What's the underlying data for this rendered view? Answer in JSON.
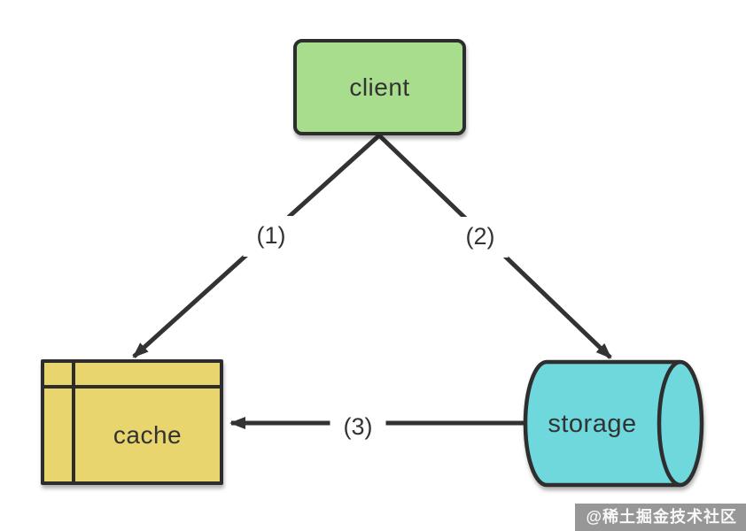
{
  "diagram": {
    "nodes": [
      {
        "id": "client",
        "label": "client",
        "shape": "rounded-rectangle",
        "fill": "#a7dd8c"
      },
      {
        "id": "cache",
        "label": "cache",
        "shape": "table-rectangle",
        "fill": "#e8d56e"
      },
      {
        "id": "storage",
        "label": "storage",
        "shape": "horizontal-cylinder",
        "fill": "#6ed8dc"
      }
    ],
    "edges": [
      {
        "label": "(1)",
        "from": "client",
        "to": "cache",
        "direction": "client-to-cache"
      },
      {
        "label": "(2)",
        "from": "client",
        "to": "storage",
        "direction": "client-to-storage"
      },
      {
        "label": "(3)",
        "from": "storage",
        "to": "cache",
        "direction": "storage-to-cache"
      }
    ]
  },
  "watermark": {
    "text": "@稀土掘金技术社区"
  },
  "colors": {
    "background": "#ffffff",
    "node_border": "#2d2d2d",
    "edge_line": "#333333",
    "text": "#333333",
    "edge_label_background": "#ffffff",
    "client_fill": "#a7dd8c",
    "cache_fill": "#e8d56e",
    "storage_fill": "#6ed8dc",
    "watermark_text": "#f8f8f8"
  }
}
